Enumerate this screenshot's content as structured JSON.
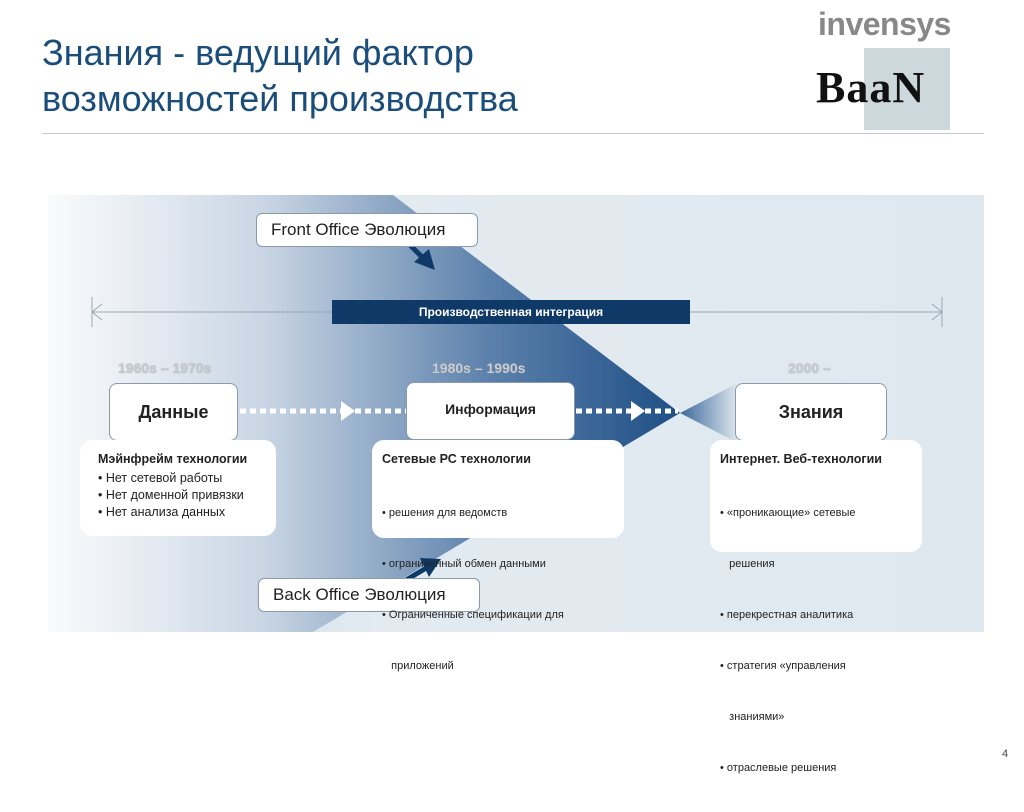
{
  "header": {
    "title_line1": "Знания - ведущий фактор",
    "title_line2": "возможностей производства",
    "logo_top": "invensys",
    "logo_bottom": "BaaN"
  },
  "diagram": {
    "front_office": "Front Office Эволюция",
    "back_office": "Back Office Эволюция",
    "integration_band": "Производственная интеграция",
    "periods": [
      "1960s – 1970s",
      "1980s – 1990s",
      "2000 –"
    ],
    "stages": [
      {
        "label": "Данные",
        "heading": "Мэйнфрейм технологии",
        "items": [
          "• Нет сетевой работы",
          "• Нет доменной привязки",
          "• Нет анализа данных"
        ]
      },
      {
        "label": "Информация",
        "heading": "Сетевые РС технологии",
        "items": [
          "• решения для ведомств",
          "• ограниченный обмен данными",
          "• Ограниченные спецификации для",
          "   приложений"
        ]
      },
      {
        "label": "Знания",
        "heading": "Интернет. Веб-технологии",
        "items": [
          "• «проникающие» сетевые",
          "   решения",
          "• перекрестная аналитика",
          "• стратегия «управления",
          "   знаниями»",
          "• отраслевые решения"
        ]
      }
    ]
  },
  "footer": {
    "page_number": "4"
  },
  "colors": {
    "title": "#1a4d7a",
    "band": "#0f3a68",
    "panel": "#dde7ee",
    "funnel": "#2d5d94"
  }
}
